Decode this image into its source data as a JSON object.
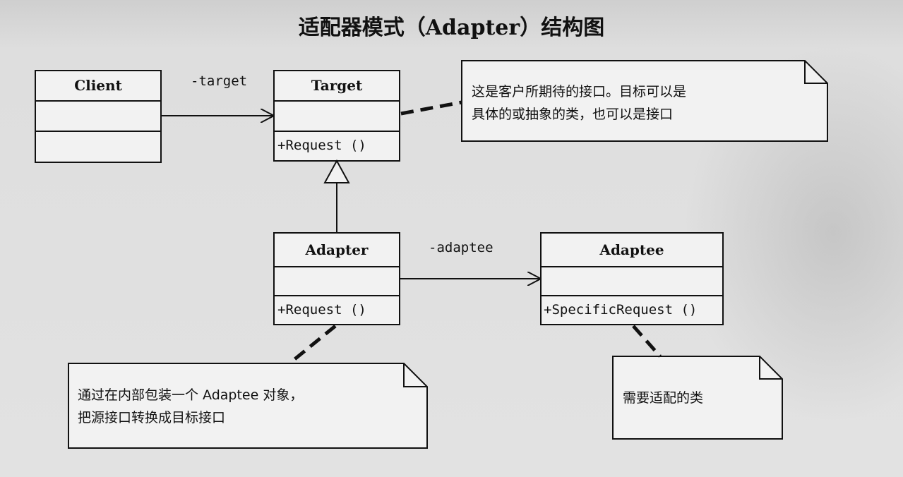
{
  "title": "适配器模式（Adapter）结构图",
  "classes": {
    "client": {
      "name": "Client"
    },
    "target": {
      "name": "Target",
      "operation": "+Request ()"
    },
    "adapter": {
      "name": "Adapter",
      "operation": "+Request ()"
    },
    "adaptee": {
      "name": "Adaptee",
      "operation": "+SpecificRequest ()"
    }
  },
  "associations": {
    "client_target": "-target",
    "adapter_adaptee": "-adaptee"
  },
  "notes": {
    "target": [
      "这是客户所期待的接口。目标可以是",
      "具体的或抽象的类，也可以是接口"
    ],
    "adapter": [
      "通过在内部包装一个 Adaptee 对象，",
      "把源接口转换成目标接口"
    ],
    "adaptee": [
      "需要适配的类"
    ]
  },
  "colors": {
    "background": "#dcdcdc",
    "box_fill": "#f2f2f2",
    "stroke": "#111111"
  }
}
